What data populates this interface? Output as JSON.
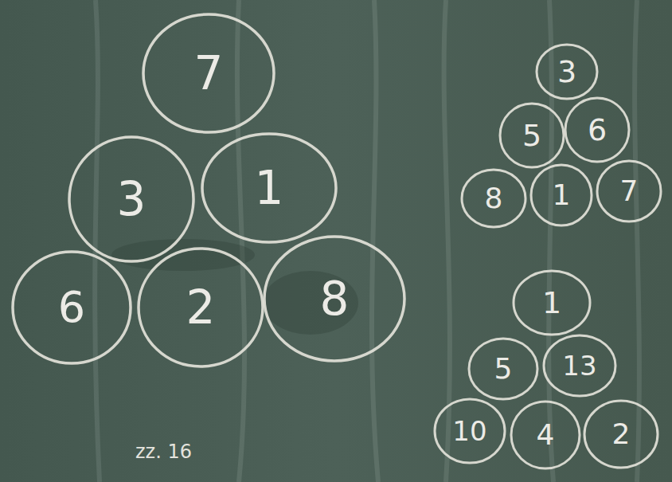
{
  "diagram": {
    "nodes": [
      {
        "text": [
          "7"
        ]
      },
      {
        "text": [
          "3"
        ]
      },
      {
        "text": [
          "1"
        ]
      },
      {
        "text": [
          "6"
        ]
      },
      {
        "text": [
          "2"
        ]
      },
      {
        "text": [
          "8"
        ]
      },
      {
        "text": [
          "3"
        ]
      },
      {
        "text": [
          "5"
        ]
      },
      {
        "text": [
          "6"
        ]
      },
      {
        "text": [
          "8"
        ]
      },
      {
        "text": [
          "1"
        ]
      },
      {
        "text": [
          "7"
        ]
      },
      {
        "text": [
          "1"
        ]
      },
      {
        "text": [
          "5"
        ]
      },
      {
        "text": [
          "13"
        ]
      },
      {
        "text": [
          "10"
        ]
      },
      {
        "text": [
          "4"
        ]
      },
      {
        "text": [
          "2"
        ]
      }
    ],
    "labels": [
      "zz. 16"
    ]
  }
}
